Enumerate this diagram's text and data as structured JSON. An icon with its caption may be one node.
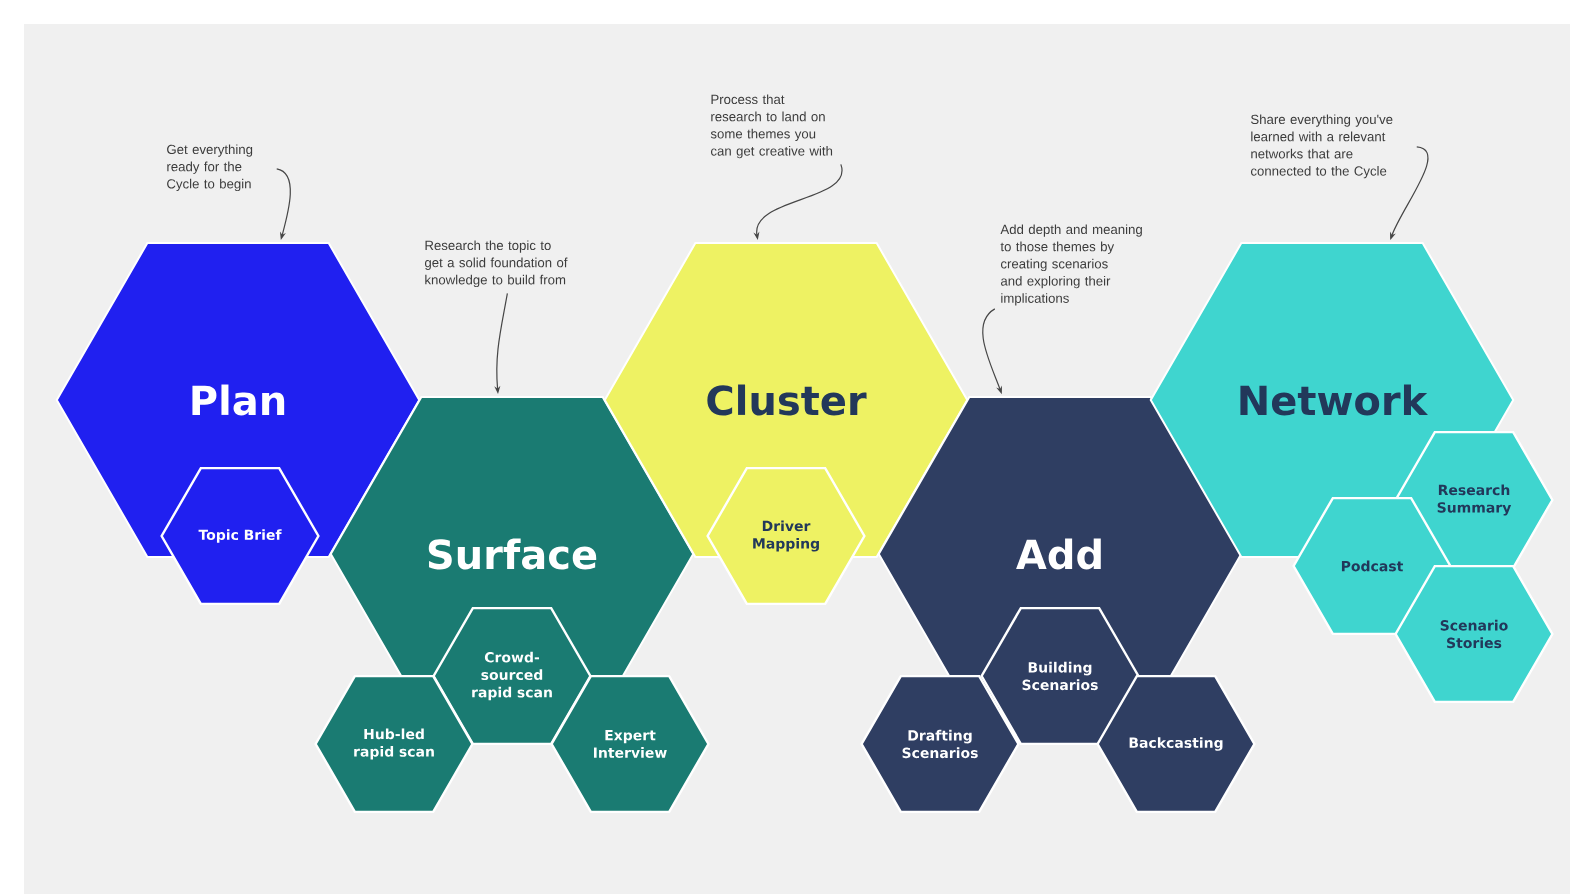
{
  "diagram": {
    "nodes": [
      {
        "text": [
          "Get everything ready for the Cycle to begin"
        ]
      },
      {
        "text": [
          "Plan"
        ]
      },
      {
        "text": [
          "Topic Brief"
        ]
      },
      {
        "text": [
          "Research the topic to get a solid foundation of knowledge to build from"
        ]
      },
      {
        "text": [
          "Surface"
        ]
      },
      {
        "text": [
          "Crowd-sourced rapid scan"
        ]
      },
      {
        "text": [
          "Hub-led rapid scan"
        ]
      },
      {
        "text": [
          "Expert Interview"
        ]
      },
      {
        "text": [
          "Process that research to land on some themes you can get creative with"
        ]
      },
      {
        "text": [
          "Cluster"
        ]
      },
      {
        "text": [
          "Driver Mapping"
        ]
      },
      {
        "text": [
          "Add depth and meaning to those themes by creating scenarios and exploring their implications"
        ]
      },
      {
        "text": [
          "Add"
        ]
      },
      {
        "text": [
          "Building Scenarios"
        ]
      },
      {
        "text": [
          "Drafting Scenarios"
        ]
      },
      {
        "text": [
          "Backcasting"
        ]
      },
      {
        "text": [
          "Share everything you've learned with a relevant networks that are connected to the Cycle"
        ]
      },
      {
        "text": [
          "Network"
        ]
      },
      {
        "text": [
          "Research Summary"
        ]
      },
      {
        "text": [
          "Podcast"
        ]
      },
      {
        "text": [
          "Scenario Stories"
        ]
      }
    ],
    "edges": [
      {
        "from": 0,
        "to": 1,
        "arrow": "to"
      },
      {
        "from": 3,
        "to": 4,
        "arrow": "to"
      },
      {
        "from": 8,
        "to": 9,
        "arrow": "to"
      },
      {
        "from": 11,
        "to": 12,
        "arrow": "to"
      },
      {
        "from": 16,
        "to": 17,
        "arrow": "to"
      }
    ]
  }
}
